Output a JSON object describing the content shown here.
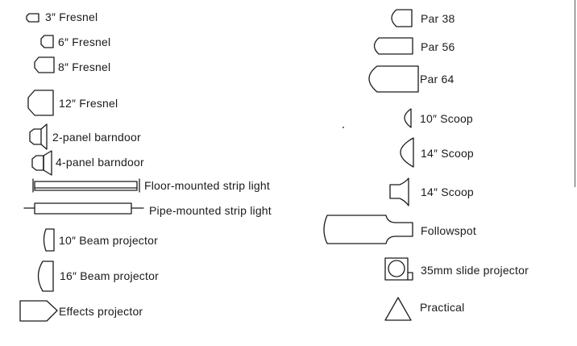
{
  "legend": {
    "left": [
      {
        "id": "fresnel-3",
        "label": "3″ Fresnel"
      },
      {
        "id": "fresnel-6",
        "label": "6″ Fresnel"
      },
      {
        "id": "fresnel-8",
        "label": "8″ Fresnel"
      },
      {
        "id": "fresnel-12",
        "label": "12″ Fresnel"
      },
      {
        "id": "barndoor-2",
        "label": "2-panel barndoor"
      },
      {
        "id": "barndoor-4",
        "label": "4-panel barndoor"
      },
      {
        "id": "strip-floor",
        "label": "Floor-mounted strip light"
      },
      {
        "id": "strip-pipe",
        "label": "Pipe-mounted strip light"
      },
      {
        "id": "beam-10",
        "label": "10″ Beam projector"
      },
      {
        "id": "beam-16",
        "label": "16″ Beam projector"
      },
      {
        "id": "effects",
        "label": "Effects projector"
      }
    ],
    "right": [
      {
        "id": "par-38",
        "label": "Par 38"
      },
      {
        "id": "par-56",
        "label": "Par 56"
      },
      {
        "id": "par-64",
        "label": "Par 64"
      },
      {
        "id": "scoop-10",
        "label": "10″ Scoop"
      },
      {
        "id": "scoop-14a",
        "label": "14″ Scoop"
      },
      {
        "id": "scoop-14b",
        "label": "14″ Scoop"
      },
      {
        "id": "followspot",
        "label": "Followspot"
      },
      {
        "id": "slide-35",
        "label": "35mm slide projector"
      },
      {
        "id": "practical",
        "label": "Practical"
      }
    ]
  },
  "colors": {
    "ink": "#1a1a1a"
  }
}
